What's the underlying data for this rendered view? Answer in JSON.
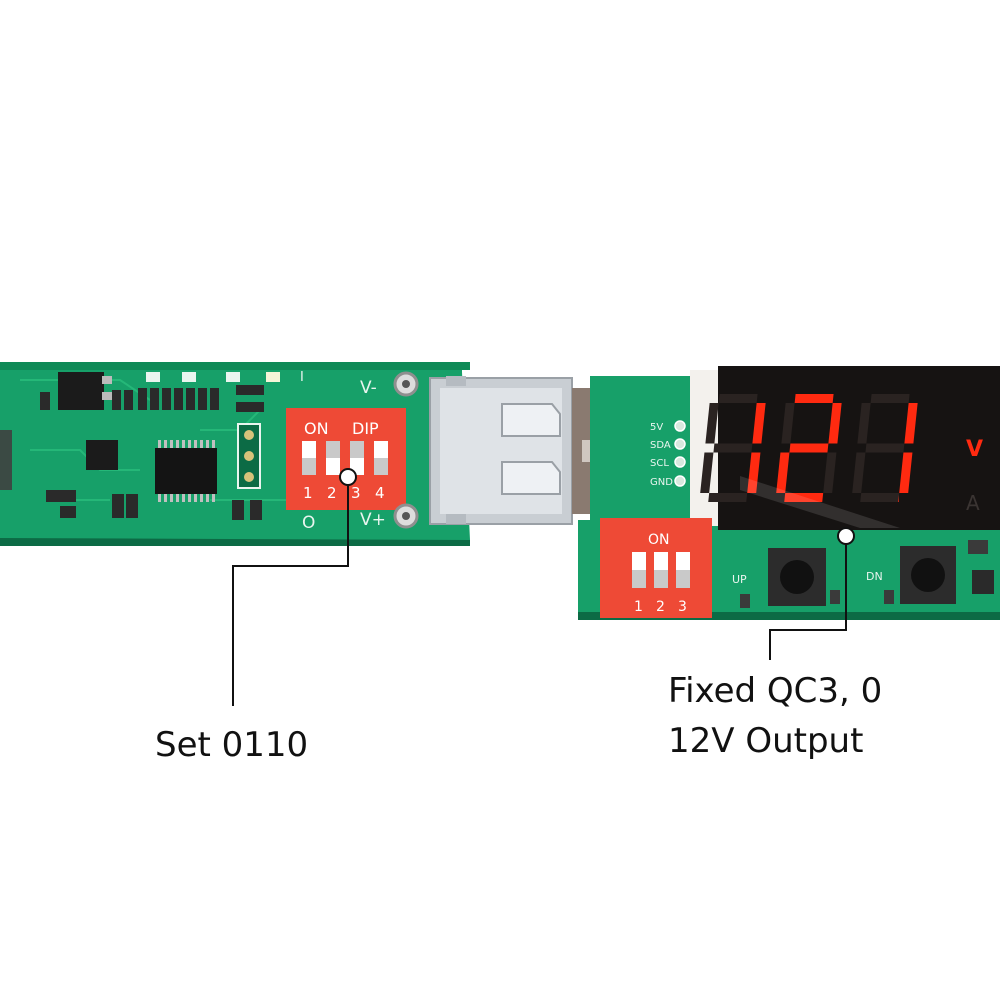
{
  "left_board": {
    "dip_switch": {
      "on_label": "ON",
      "dip_label": "DIP",
      "numbers": [
        "1",
        "2",
        "3",
        "4"
      ]
    },
    "pin_v_minus": "V-",
    "pin_v_plus": "V+",
    "label_o": "O",
    "label_i": "I"
  },
  "right_board": {
    "display_value": "12.1",
    "unit_v": "V",
    "unit_a": "A",
    "pins": [
      "5V",
      "SDA",
      "SCL",
      "GND"
    ],
    "dip_switch": {
      "on_label": "ON",
      "numbers": [
        "1",
        "2",
        "3"
      ]
    },
    "button_labels": [
      "UP",
      "DN"
    ]
  },
  "callouts": {
    "left": {
      "text": "Set 0110"
    },
    "right": {
      "line1": "Fixed QC3, 0",
      "line2": "12V Output"
    }
  },
  "colors": {
    "pcb_green": "#17a069",
    "pcb_dark": "#0c6b45",
    "dip_red": "#ee4a36",
    "segment_red": "#ff2a10",
    "usb_metal": "#c9ced3"
  }
}
